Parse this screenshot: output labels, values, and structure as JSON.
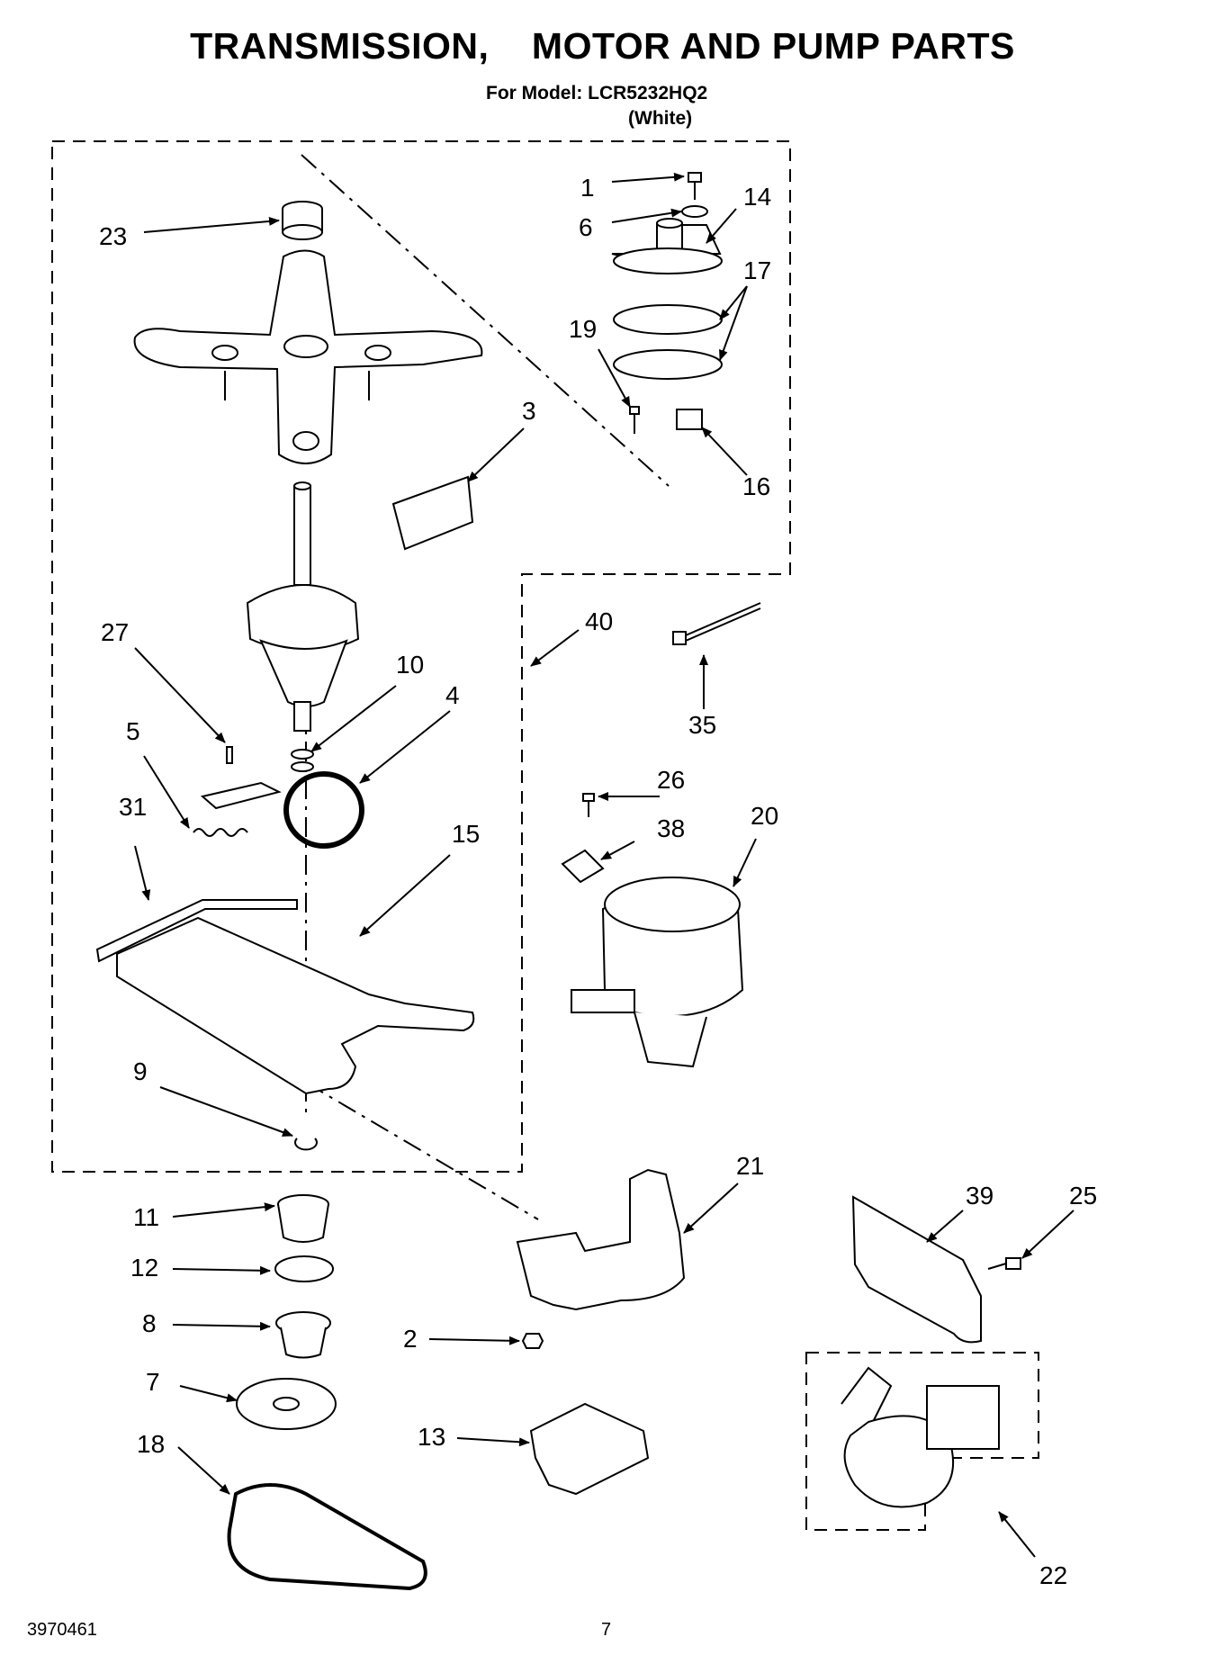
{
  "header": {
    "title": "TRANSMISSION,    MOTOR AND PUMP PARTS",
    "subtitle": "For Model: LCR5232HQ2",
    "variant": "(White)"
  },
  "footer": {
    "doc_number": "3970461",
    "page": "7"
  },
  "parts": [
    {
      "id": "p1",
      "label": "1"
    },
    {
      "id": "p6",
      "label": "6"
    },
    {
      "id": "p14",
      "label": "14"
    },
    {
      "id": "p17",
      "label": "17"
    },
    {
      "id": "p19",
      "label": "19"
    },
    {
      "id": "p16",
      "label": "16"
    },
    {
      "id": "p3",
      "label": "3"
    },
    {
      "id": "p23",
      "label": "23"
    },
    {
      "id": "p40",
      "label": "40"
    },
    {
      "id": "p35",
      "label": "35"
    },
    {
      "id": "p27",
      "label": "27"
    },
    {
      "id": "p10",
      "label": "10"
    },
    {
      "id": "p4",
      "label": "4"
    },
    {
      "id": "p5",
      "label": "5"
    },
    {
      "id": "p31",
      "label": "31"
    },
    {
      "id": "p15",
      "label": "15"
    },
    {
      "id": "p26",
      "label": "26"
    },
    {
      "id": "p38",
      "label": "38"
    },
    {
      "id": "p20",
      "label": "20"
    },
    {
      "id": "p9",
      "label": "9"
    },
    {
      "id": "p21",
      "label": "21"
    },
    {
      "id": "p39",
      "label": "39"
    },
    {
      "id": "p25",
      "label": "25"
    },
    {
      "id": "p11",
      "label": "11"
    },
    {
      "id": "p12",
      "label": "12"
    },
    {
      "id": "p8",
      "label": "8"
    },
    {
      "id": "p2",
      "label": "2"
    },
    {
      "id": "p7",
      "label": "7"
    },
    {
      "id": "p13",
      "label": "13"
    },
    {
      "id": "p18",
      "label": "18"
    },
    {
      "id": "p22",
      "label": "22"
    }
  ]
}
